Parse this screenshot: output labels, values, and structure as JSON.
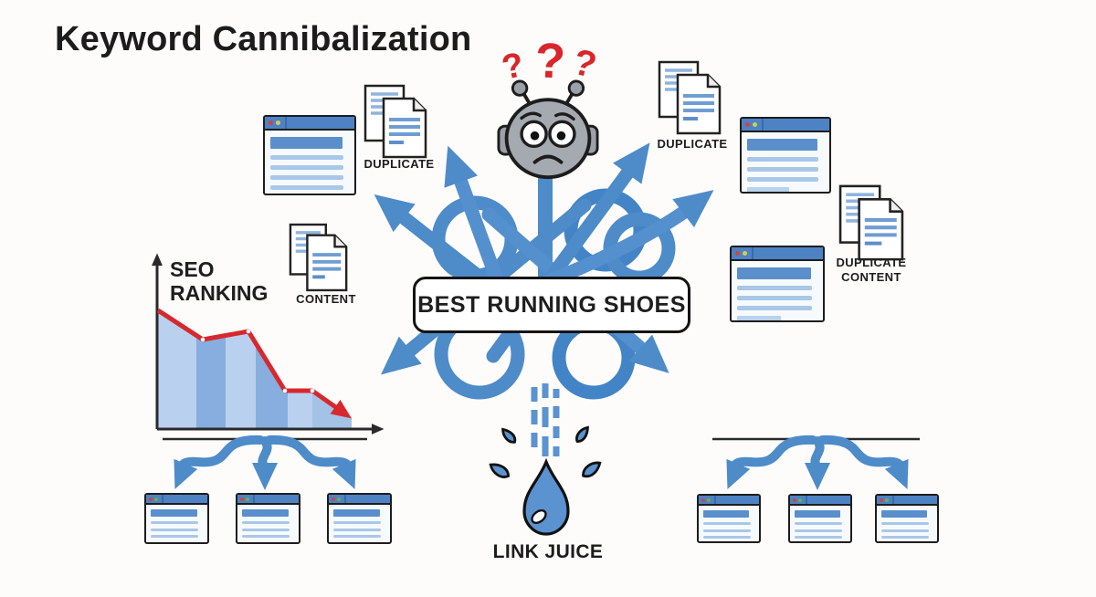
{
  "title": "Keyword Cannibalization",
  "robot": {
    "question_mark_1": "?",
    "question_mark_2": "?",
    "question_mark_3": "?"
  },
  "keyword_box": {
    "label": "BEST RUNNING SHOES"
  },
  "labels": {
    "duplicate_top_left": "DUPLICATE",
    "content_left": "CONTENT",
    "duplicate_top_right": "DUPLICATE",
    "duplicate_content_line1": "DUPLICATE",
    "duplicate_content_line2": "CONTENT",
    "link_juice": "LINK JUICE"
  },
  "seo_chart": {
    "label": "SEO RANKING",
    "chart_data": {
      "type": "area",
      "x": [
        0,
        1,
        2,
        3,
        4,
        5
      ],
      "values": [
        85,
        64,
        68,
        28,
        28,
        10
      ],
      "trend": "declining",
      "title": "SEO RANKING",
      "line_color": "#d7282e",
      "area_color": "#b9d1ee",
      "band_colors": [
        "#b9d1ee",
        "#87aede"
      ],
      "grid": false,
      "axes": "bare arrows, no ticks"
    }
  },
  "icons": {
    "robot": "confused-robot-icon",
    "documents": "duplicate-documents-icon",
    "browser_window": "browser-window-icon",
    "tangle": "tangled-arrows-icon",
    "fan_arrows": "spread-arrows-icon",
    "water_drop": "link-juice-drop-icon",
    "window_dots": "window-control-dots-icon"
  },
  "colors": {
    "arrow_blue": "#4e8bc9",
    "browser_bar_blue": "#4d82c4",
    "content_line_blue": "#a9c7e8",
    "accent_red": "#d7282e",
    "robot_gray": "#a5aab0",
    "text_dark": "#1e1e1e",
    "background": "#fdfcfa"
  }
}
